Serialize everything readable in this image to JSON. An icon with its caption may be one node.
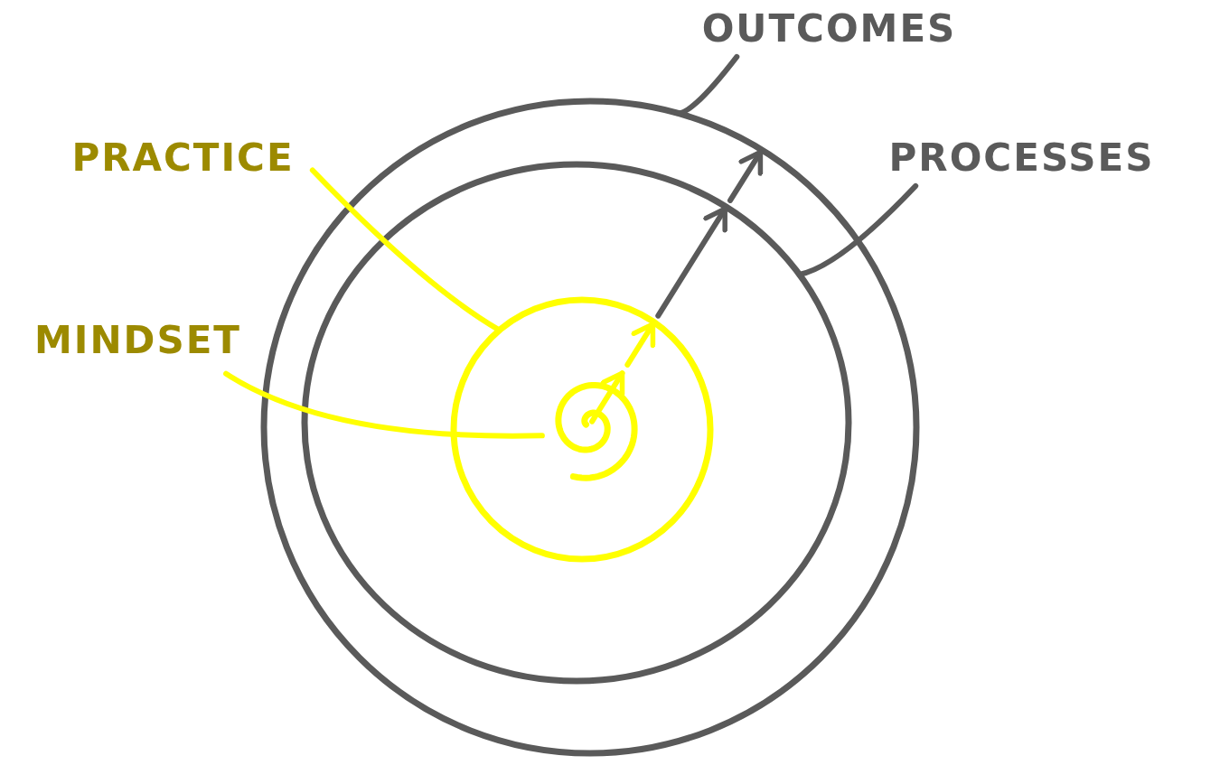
{
  "diagram": {
    "nodes": [
      {
        "text": [
          "OUTCOMES"
        ]
      },
      {
        "text": [
          "PROCESSES"
        ]
      },
      {
        "text": [
          "PRACTICE"
        ]
      },
      {
        "text": [
          "MINDSET"
        ]
      },
      {
        "text": [],
        "shape": "circle"
      },
      {
        "text": [],
        "shape": "circle",
        "in": 4
      },
      {
        "text": [],
        "shape": "circle",
        "in": 5
      },
      {
        "text": [],
        "shape": "spiral",
        "in": 6
      }
    ],
    "edges": [
      {
        "from": 0,
        "to": 4,
        "arrow": "none"
      },
      {
        "from": 1,
        "to": 5,
        "arrow": "none"
      },
      {
        "from": 2,
        "to": 6,
        "arrow": "none",
        "color": "#ffff00"
      },
      {
        "from": 3,
        "to": 7,
        "arrow": "none",
        "color": "#ffff00"
      },
      {
        "from": null,
        "to": 7,
        "arrow": "to",
        "color": "#ffff00"
      },
      {
        "from": 7,
        "to": 6,
        "arrow": "to",
        "color": "#ffff00"
      },
      {
        "from": 6,
        "to": 5,
        "arrow": "to"
      },
      {
        "from": 5,
        "to": 4,
        "arrow": "to"
      }
    ]
  }
}
